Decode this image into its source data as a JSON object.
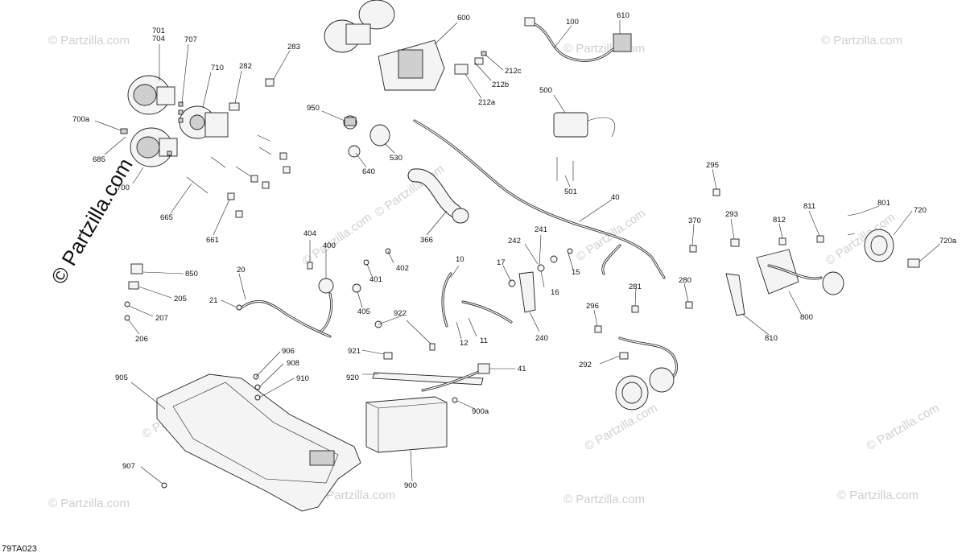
{
  "diagram_ref": "79TA023",
  "watermark_main": "© Partzilla.com",
  "watermark_small": "© Partzilla.com",
  "callouts": {
    "c701": "701",
    "c704": "704",
    "c707": "707",
    "c710": "710",
    "c282": "282",
    "c283": "283",
    "c700a": "700a",
    "c685": "685",
    "c700": "700",
    "c665": "665",
    "c661": "661",
    "c600": "600",
    "c950": "950",
    "c640": "640",
    "c530": "530",
    "c100": "100",
    "c610": "610",
    "c212c": "212c",
    "c212b": "212b",
    "c212a": "212a",
    "c500": "500",
    "c501": "501",
    "c40": "40",
    "c366": "366",
    "c295": "295",
    "c370": "370",
    "c293": "293",
    "c812": "812",
    "c811": "811",
    "c801": "801",
    "c720": "720",
    "c720a": "720a",
    "c800": "800",
    "c810": "810",
    "c280": "280",
    "c281": "281",
    "c296": "296",
    "c292": "292",
    "c241": "241",
    "c242": "242",
    "c17": "17",
    "c15": "15",
    "c16": "16",
    "c240": "240",
    "c10": "10",
    "c11": "11",
    "c12": "12",
    "c404": "404",
    "c400": "400",
    "c402": "402",
    "c401": "401",
    "c405": "405",
    "c922": "922",
    "c921": "921",
    "c920": "920",
    "c41": "41",
    "c900a": "900a",
    "c900": "900",
    "c850": "850",
    "c20": "20",
    "c205": "205",
    "c21": "21",
    "c207": "207",
    "c206": "206",
    "c906": "906",
    "c908": "908",
    "c910": "910",
    "c905": "905",
    "c907": "907"
  }
}
